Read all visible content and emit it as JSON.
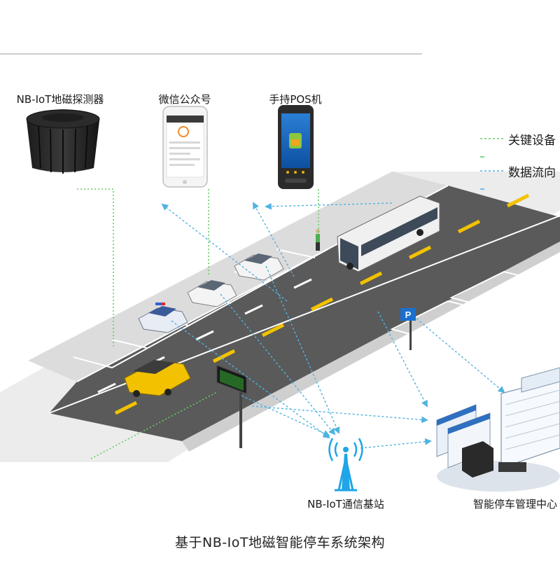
{
  "labels": {
    "detector": "NB-IoT地磁探测器",
    "wechat": "微信公众号",
    "pos": "手持POS机",
    "base_station": "NB-IoT通信基站",
    "center": "智能停车管理中心"
  },
  "legend": {
    "key_device": "关键设备",
    "data_flow": "数据流向"
  },
  "caption": "基于NB-IoT地磁智能停车系统架构",
  "sign_text": "P",
  "colors": {
    "road": "#5a5a5a",
    "sidewalk": "#e3e3e3",
    "key_line": "#66cc66",
    "flow_line": "#4fb3e0",
    "lane_yellow": "#f2c200",
    "signal_blue": "#1fa5e8"
  },
  "icons": [
    "detector-icon",
    "smartphone-icon",
    "pos-terminal-icon",
    "antenna-tower-icon",
    "computer-cluster-icon",
    "parking-sign-icon"
  ]
}
